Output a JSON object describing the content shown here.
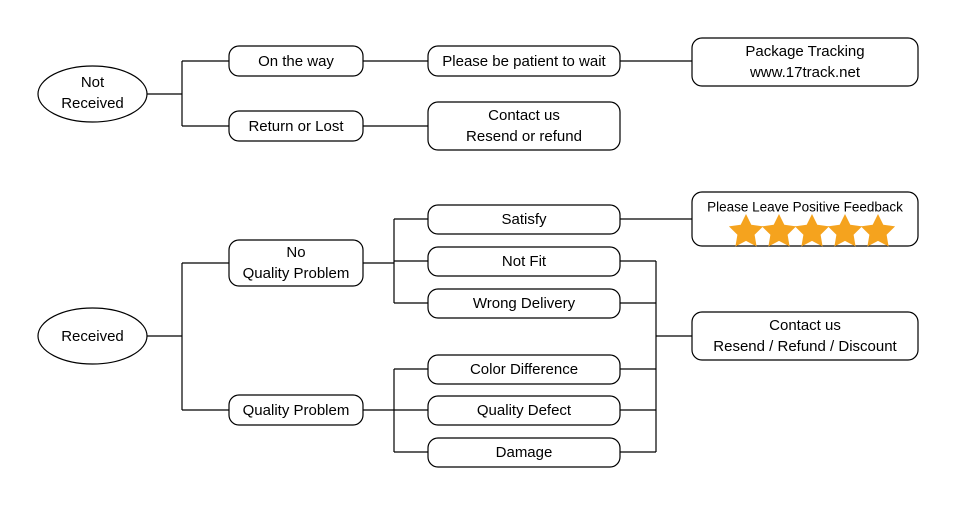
{
  "diagram": {
    "title": "Order Issue Resolution Flowchart",
    "background_color": "#ffffff",
    "line_color": "#000000",
    "star_color": "#f5a31e"
  },
  "branches": {
    "not_received": {
      "root": {
        "label_line1": "Not",
        "label_line2": "Received",
        "shape": "ellipse"
      },
      "stages": {
        "on_the_way": "On the way",
        "return_or_lost": "Return or Lost",
        "please_wait": "Please be patient to wait",
        "contact_us_line1": "Contact us",
        "contact_us_line2": "Resend or refund",
        "tracking_line1": "Package Tracking",
        "tracking_line2": "www.17track.net"
      }
    },
    "received": {
      "root": {
        "label": "Received",
        "shape": "ellipse"
      },
      "stages": {
        "no_quality_problem_line1": "No",
        "no_quality_problem_line2": "Quality Problem",
        "quality_problem": "Quality Problem",
        "satisfy": "Satisfy",
        "not_fit": "Not Fit",
        "wrong_delivery": "Wrong Delivery",
        "color_difference": "Color Difference",
        "quality_defect": "Quality Defect",
        "damage": "Damage",
        "feedback_text": "Please Leave Positive Feedback",
        "contact_us_line1": "Contact us",
        "contact_us_line2": "Resend / Refund / Discount"
      },
      "feedback_stars": 5
    }
  }
}
